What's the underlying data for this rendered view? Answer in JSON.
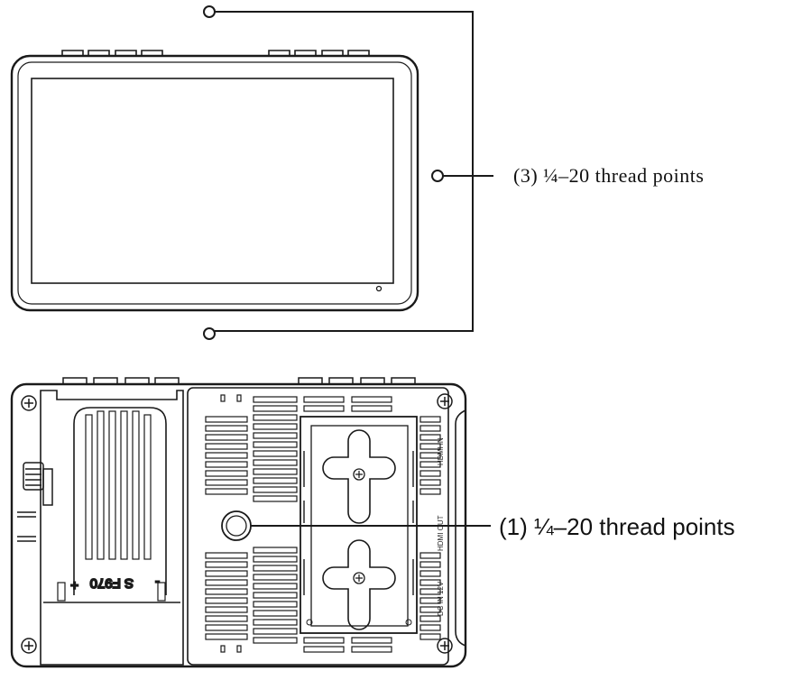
{
  "callouts": {
    "top": "(3) ¼–20 thread points",
    "bottom": "(1) ¼–20 thread points"
  },
  "ports": {
    "hdmi_in": "HDMI IN",
    "hdmi_out": "HDMI OUT",
    "dc_in": "DC IN 12V"
  },
  "battery": {
    "model": "S F970",
    "plus": "+",
    "minus": "-"
  },
  "colors": {
    "line": "#1a1a1a",
    "background": "#ffffff"
  }
}
